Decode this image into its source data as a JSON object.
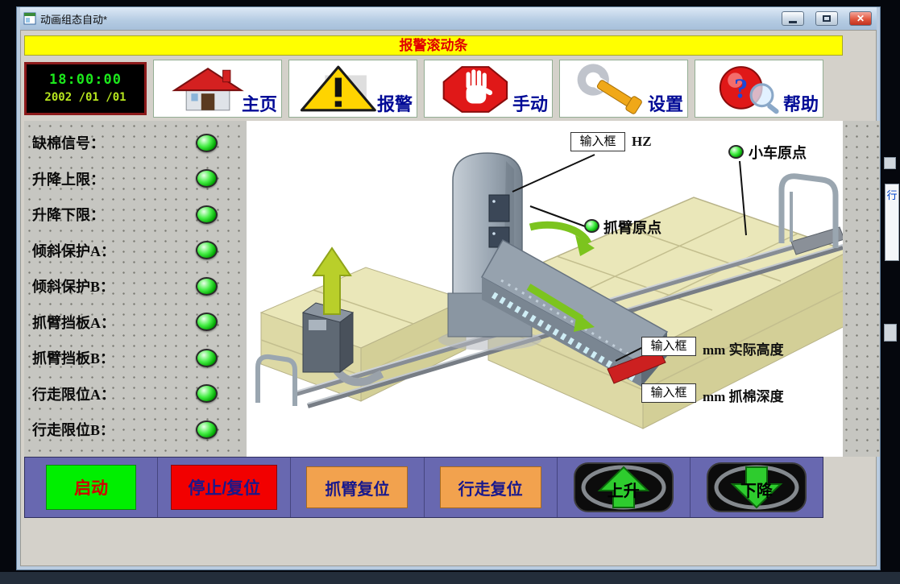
{
  "window": {
    "title": "动画组态自动*",
    "close_glyph": "✕"
  },
  "alarm_banner": {
    "text": "报警滚动条",
    "bg_color": "#ffff00",
    "text_color": "#e10000"
  },
  "toolbar": {
    "clock": {
      "time": "18:00:00",
      "date": "2002 /01 /01"
    },
    "buttons": [
      {
        "label": "主页",
        "icon": "home-icon"
      },
      {
        "label": "报警",
        "icon": "alarm-icon"
      },
      {
        "label": "手动",
        "icon": "manual-hand-icon"
      },
      {
        "label": "设置",
        "icon": "settings-wrench-icon"
      },
      {
        "label": "帮助",
        "icon": "help-question-icon",
        "glyph": "?"
      }
    ]
  },
  "status_panel": {
    "items": [
      {
        "label": "缺棉信号：",
        "state": "on"
      },
      {
        "label": "升降上限：",
        "state": "on"
      },
      {
        "label": "升降下限：",
        "state": "on"
      },
      {
        "label": "倾斜保护A：",
        "state": "on"
      },
      {
        "label": "倾斜保护B：",
        "state": "on"
      },
      {
        "label": "抓臂挡板A：",
        "state": "on"
      },
      {
        "label": "抓臂挡板B：",
        "state": "on"
      },
      {
        "label": "行走限位A：",
        "state": "on"
      },
      {
        "label": "行走限位B：",
        "state": "on"
      }
    ],
    "led_color": "#22cc22"
  },
  "diagram": {
    "annotations": {
      "frequency_input": {
        "value": "输入框",
        "unit": "HZ"
      },
      "cart_origin": {
        "label": "小车原点",
        "state": "on"
      },
      "arm_origin": {
        "label": "抓臂原点",
        "state": "on"
      },
      "height_input": {
        "value": "输入框",
        "unit": "mm  实际高度"
      },
      "depth_input": {
        "value": "输入框",
        "unit": "mm  抓棉深度"
      }
    }
  },
  "control_bar": {
    "buttons": [
      {
        "label": "启动",
        "color": "#00ef00"
      },
      {
        "label": "停止/复位",
        "color": "#f20000"
      },
      {
        "label": "抓臂复位",
        "color": "#f2a24e"
      },
      {
        "label": "行走复位",
        "color": "#f2a24e"
      },
      {
        "label": "上升",
        "type": "arrow-up"
      },
      {
        "label": "下降",
        "type": "arrow-down"
      }
    ],
    "bar_color": "#6868b0"
  },
  "background_fragments": {
    "vertical_text": "行"
  },
  "palette": {
    "client_grey": "#d4d1ca",
    "titlebar_blue": "#b4cbe2"
  }
}
